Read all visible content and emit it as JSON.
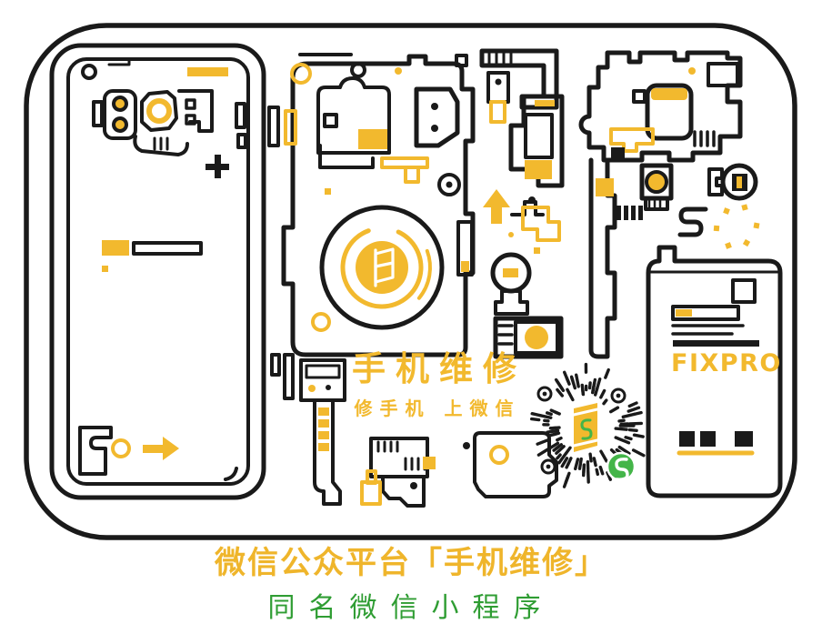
{
  "poster": {
    "title": "手机维修",
    "subtitle": "修手机 上微信",
    "battery_brand": "FIXPRO",
    "footer_line1": "微信公众平台「手机维修」",
    "footer_line2": "同名微信小程序"
  },
  "icons": {
    "plus_icon": "+",
    "arrow_right_icon": "→",
    "arrow_up_icon": "↑",
    "qr_center_logo": "phone-flag-logo",
    "qr_badge": "wechat-mini-program-s-logo"
  },
  "colors": {
    "outline_black": "#1a1a1a",
    "accent_yellow": "#f2b92e",
    "footer_gold": "#efb52b",
    "wechat_green": "#44b549",
    "footer_green": "#2f9d33",
    "background": "#ffffff"
  }
}
